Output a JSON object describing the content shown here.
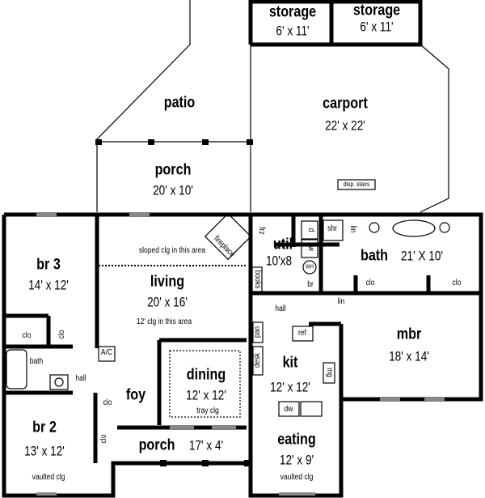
{
  "rooms": {
    "storage1": {
      "name": "storage",
      "size": "6' x 11'"
    },
    "storage2": {
      "name": "storage",
      "size": "6' x 11'"
    },
    "patio": {
      "name": "patio"
    },
    "carport": {
      "name": "carport",
      "size": "22' x 22'",
      "note": "disp. stairs"
    },
    "rear_porch": {
      "name": "porch",
      "size": "20' x 10'"
    },
    "br3": {
      "name": "br 3",
      "size": "14' x 12'"
    },
    "living": {
      "name": "living",
      "size": "20' x 16'",
      "note_top": "sloped clg in this area",
      "note_bottom": "12' clg in this area"
    },
    "util": {
      "name": "util",
      "size": "10'x8"
    },
    "master_bath": {
      "name": "bath",
      "size": "21' X 10'"
    },
    "mbr": {
      "name": "mbr",
      "size": "18' x 14'"
    },
    "kit": {
      "name": "kit",
      "size": "12' x 12'"
    },
    "dining": {
      "name": "dining",
      "size": "12' x 12'",
      "note": "tray clg"
    },
    "foy": {
      "name": "foy"
    },
    "br2": {
      "name": "br 2",
      "size": "13' x 12'",
      "note": "vaulted clg"
    },
    "front_porch": {
      "name": "porch",
      "size": "17' x 4'"
    },
    "eating": {
      "name": "eating",
      "size": "12' x 9'",
      "note": "vaulted clg"
    }
  },
  "fixtures": {
    "fireplace": "fireplace",
    "frz": "frz",
    "dryer": "d",
    "washer": "w",
    "water_heater": "WH",
    "util_br": "br",
    "shower": "shr",
    "lin_bath": "lin",
    "lin_hall": "lin",
    "books": "books",
    "hall_center": "hall",
    "hall_left": "hall",
    "bath_small": "bath",
    "ac": "A/C",
    "pan": "pan",
    "desk": "desk",
    "ref": "ref",
    "mg": "mg",
    "dw": "dw",
    "clo_br3_a": "clo",
    "clo_br3_b": "clo",
    "clo_foy": "clo",
    "clo_br2": "clo",
    "clo_mbath_a": "clo",
    "clo_mbath_b": "clo"
  }
}
